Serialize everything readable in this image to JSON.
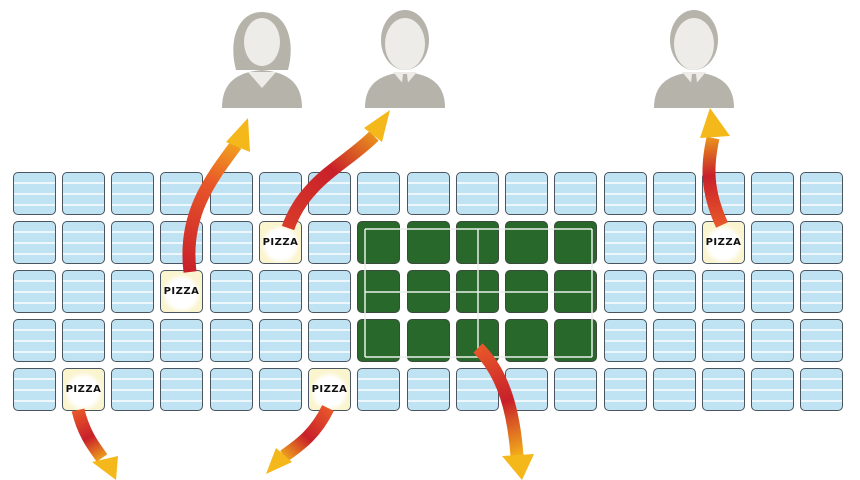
{
  "pizza_label": "PIZZA",
  "grid": {
    "rows": 5,
    "cols": 17
  },
  "pizza_cells": [
    [
      1,
      5
    ],
    [
      1,
      14
    ],
    [
      2,
      3
    ],
    [
      4,
      1
    ],
    [
      4,
      6
    ]
  ],
  "green_block": {
    "rows": [
      1,
      3
    ],
    "cols": [
      7,
      11
    ]
  },
  "colors": {
    "tile": "#bfe3f3",
    "green": "#28682a",
    "person": "#b5b3aa",
    "arrow_start": "#c8202a",
    "arrow_end": "#f5b81a"
  }
}
